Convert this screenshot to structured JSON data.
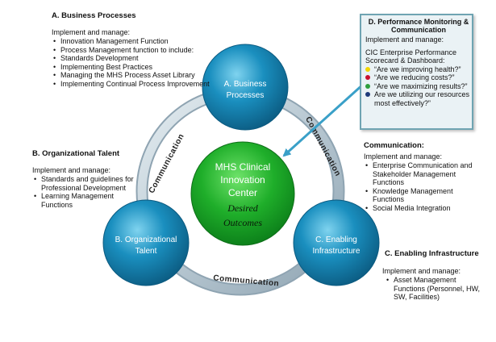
{
  "panel_a": {
    "title": "A. Business Processes",
    "intro": "Implement and manage:",
    "items": [
      "Innovation Management Function",
      "Process Management function to include:"
    ],
    "subitems": [
      "Standards Development",
      "Implementing Best Practices",
      "Managing the MHS Process Asset Library",
      "Implementing Continual Process Improvement"
    ]
  },
  "panel_b": {
    "title": "B. Organizational Talent",
    "intro": "Implement and manage:",
    "items": [
      "Standards and guidelines for Professional Development",
      "Learning Management Functions"
    ]
  },
  "panel_comm": {
    "title": "Communication:",
    "intro": "Implement and manage:",
    "items": [
      "Enterprise Communication and Stakeholder Management Functions",
      "Knowledge Management Functions",
      "Social Media Integration"
    ]
  },
  "panel_c": {
    "title": "C. Enabling Infrastructure",
    "intro": "Implement and manage:",
    "items": [
      "Asset Management Functions (Personnel, HW, SW, Facilities)"
    ]
  },
  "panel_d": {
    "title_line1": "D. Performance Monitoring &",
    "title_line2": "Communication",
    "intro": "Implement and manage:",
    "subtitle_line1": "CIC  Enterprise Performance",
    "subtitle_line2": "Scorecard & Dashboard:",
    "questions": [
      {
        "text": "“Are we improving health?”",
        "color": "#f2d600"
      },
      {
        "text": "“Are we reducing costs?”",
        "color": "#c8102e"
      },
      {
        "text": "“Are we maximizing results?”",
        "color": "#2e9e3c"
      },
      {
        "text": " Are we utilizing our resources most effectively?”",
        "color": "#1f3a7a"
      }
    ]
  },
  "center": {
    "line1": "MHS Clinical",
    "line2": "Innovation",
    "line3": "Center",
    "line4": "Desired",
    "line5": "Outcomes",
    "color": "#2e9e3c"
  },
  "circles": {
    "a_line1": "A. Business",
    "a_line2": "Processes",
    "b_line1": "B. Organizational",
    "b_line2": "Talent",
    "c_line1": "C. Enabling",
    "c_line2": "Infrastructure",
    "color": "#1a7fa8"
  },
  "ring_labels": {
    "left": "Communication",
    "right": "Communication",
    "bottom": "Communication"
  }
}
